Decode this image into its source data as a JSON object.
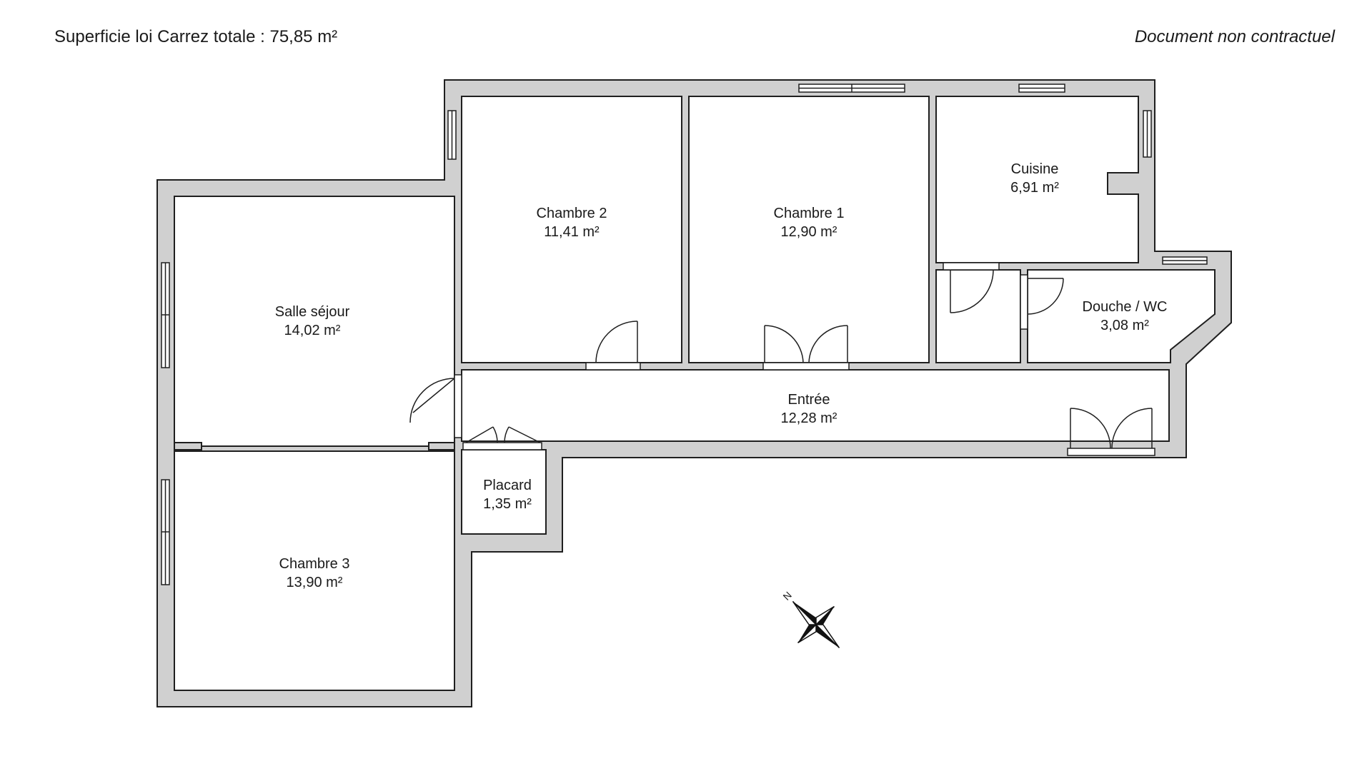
{
  "header": {
    "total_area": "Superficie loi Carrez totale : 75,85 m²",
    "disclaimer": "Document non contractuel"
  },
  "compass": {
    "north_label": "N"
  },
  "rooms": [
    {
      "name": "Chambre 2",
      "area": "11,41 m²"
    },
    {
      "name": "Chambre 1",
      "area": "12,90 m²"
    },
    {
      "name": "Cuisine",
      "area": "6,91 m²"
    },
    {
      "name": "Salle séjour",
      "area": "14,02 m²"
    },
    {
      "name": "Douche / WC",
      "area": "3,08 m²"
    },
    {
      "name": "Entrée",
      "area": "12,28 m²"
    },
    {
      "name": "Placard",
      "area": "1,35 m²"
    },
    {
      "name": "Chambre 3",
      "area": "13,90 m²"
    }
  ],
  "colors": {
    "wall": "#d0d0d0",
    "wall_outline": "#1f1f1f",
    "room_fill": "#ffffff",
    "text": "#1a1a1a"
  }
}
